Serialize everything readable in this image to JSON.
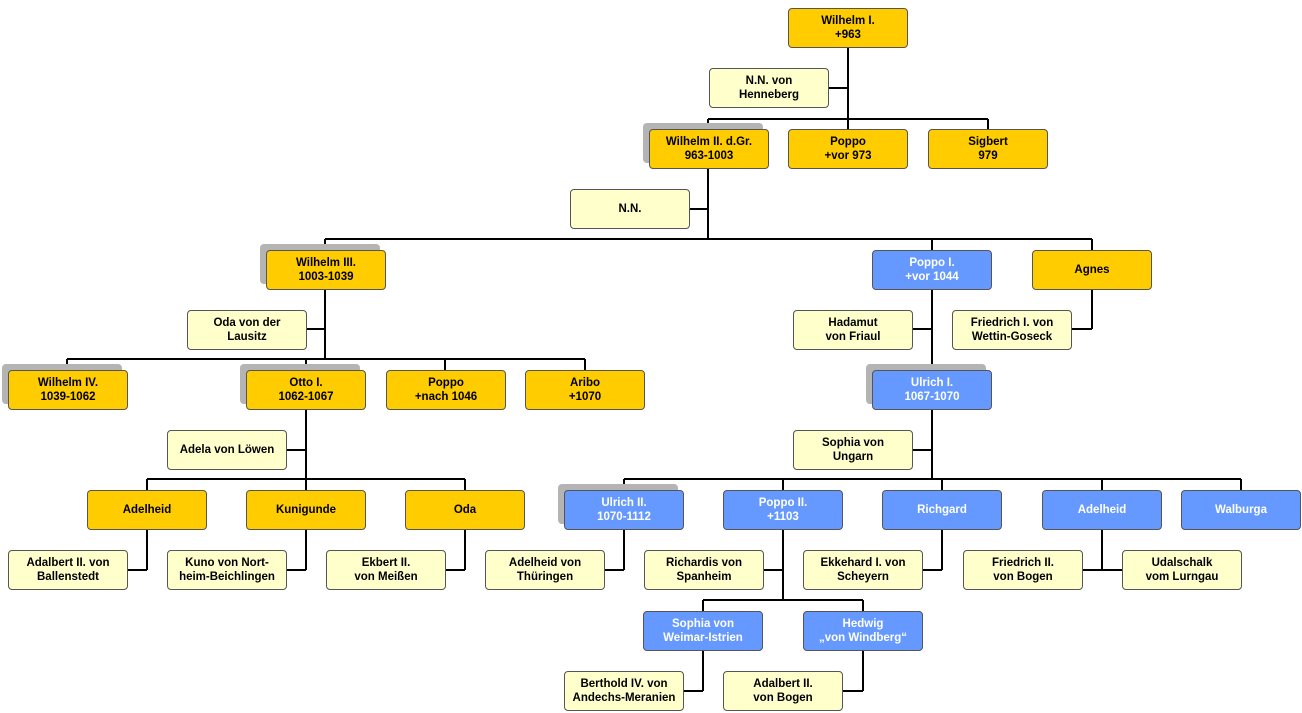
{
  "colors": {
    "family": "#ffcc00",
    "bavaria": "#6699ff",
    "spouse": "#ffffcc",
    "line": "#000000",
    "shadow": "#b4b4b4"
  },
  "nodes": {
    "wilhelm_1": {
      "line1": "Wilhelm I.",
      "line2": "+963"
    },
    "nn_henneberg": {
      "line1": "N.N. von",
      "line2": "Henneberg"
    },
    "wilhelm_2": {
      "line1": "Wilhelm II. d.Gr.",
      "line2": "963-1003"
    },
    "poppo_973": {
      "line1": "Poppo",
      "line2": "+vor 973"
    },
    "sigbert": {
      "line1": "Sigbert",
      "line2": "979"
    },
    "nn": {
      "line1": "N.N."
    },
    "wilhelm_3": {
      "line1": "Wilhelm III.",
      "line2": "1003-1039"
    },
    "poppo_1": {
      "line1": "Poppo I.",
      "line2": "+vor 1044"
    },
    "agnes": {
      "line1": "Agnes"
    },
    "oda_lausitz": {
      "line1": "Oda von der",
      "line2": "Lausitz"
    },
    "hadamut": {
      "line1": "Hadamut",
      "line2": "von Friaul"
    },
    "friedrich_1": {
      "line1": "Friedrich I. von",
      "line2": "Wettin-Goseck"
    },
    "wilhelm_4": {
      "line1": "Wilhelm IV.",
      "line2": "1039-1062"
    },
    "otto_1": {
      "line1": "Otto I.",
      "line2": "1062-1067"
    },
    "poppo_1046": {
      "line1": "Poppo",
      "line2": "+nach 1046"
    },
    "aribo": {
      "line1": "Aribo",
      "line2": "+1070"
    },
    "ulrich_1": {
      "line1": "Ulrich I.",
      "line2": "1067-1070"
    },
    "adela": {
      "line1": "Adela von Löwen"
    },
    "sophia_ungarn": {
      "line1": "Sophia von",
      "line2": "Ungarn"
    },
    "adelheid_l": {
      "line1": "Adelheid"
    },
    "kunigunde": {
      "line1": "Kunigunde"
    },
    "oda": {
      "line1": "Oda"
    },
    "ulrich_2": {
      "line1": "Ulrich II.",
      "line2": "1070-1112"
    },
    "poppo_2": {
      "line1": "Poppo II.",
      "line2": "+1103"
    },
    "richgard": {
      "line1": "Richgard"
    },
    "adelheid_r": {
      "line1": "Adelheid"
    },
    "walburga": {
      "line1": "Walburga"
    },
    "adalbert_ball": {
      "line1": "Adalbert II. von",
      "line2": "Ballenstedt"
    },
    "kuno": {
      "line1": "Kuno von Nort-",
      "line2": "heim-Beichlingen"
    },
    "ekbert": {
      "line1": "Ekbert II.",
      "line2": "von Meißen"
    },
    "adelheid_thur": {
      "line1": "Adelheid von",
      "line2": "Thüringen"
    },
    "richardis": {
      "line1": "Richardis von",
      "line2": "Spanheim"
    },
    "ekkehard": {
      "line1": "Ekkehard I. von",
      "line2": "Scheyern"
    },
    "friedrich_2": {
      "line1": "Friedrich II.",
      "line2": "von Bogen"
    },
    "udalschalk": {
      "line1": "Udalschalk",
      "line2": "vom Lurngau"
    },
    "sophia_weimar": {
      "line1": "Sophia von",
      "line2": "Weimar-Istrien"
    },
    "hedwig": {
      "line1": "Hedwig",
      "line2": "„von Windberg“"
    },
    "berthold": {
      "line1": "Berthold IV. von",
      "line2": "Andechs-Meranien"
    },
    "adalbert_bogen": {
      "line1": "Adalbert II.",
      "line2": "von Bogen"
    }
  }
}
